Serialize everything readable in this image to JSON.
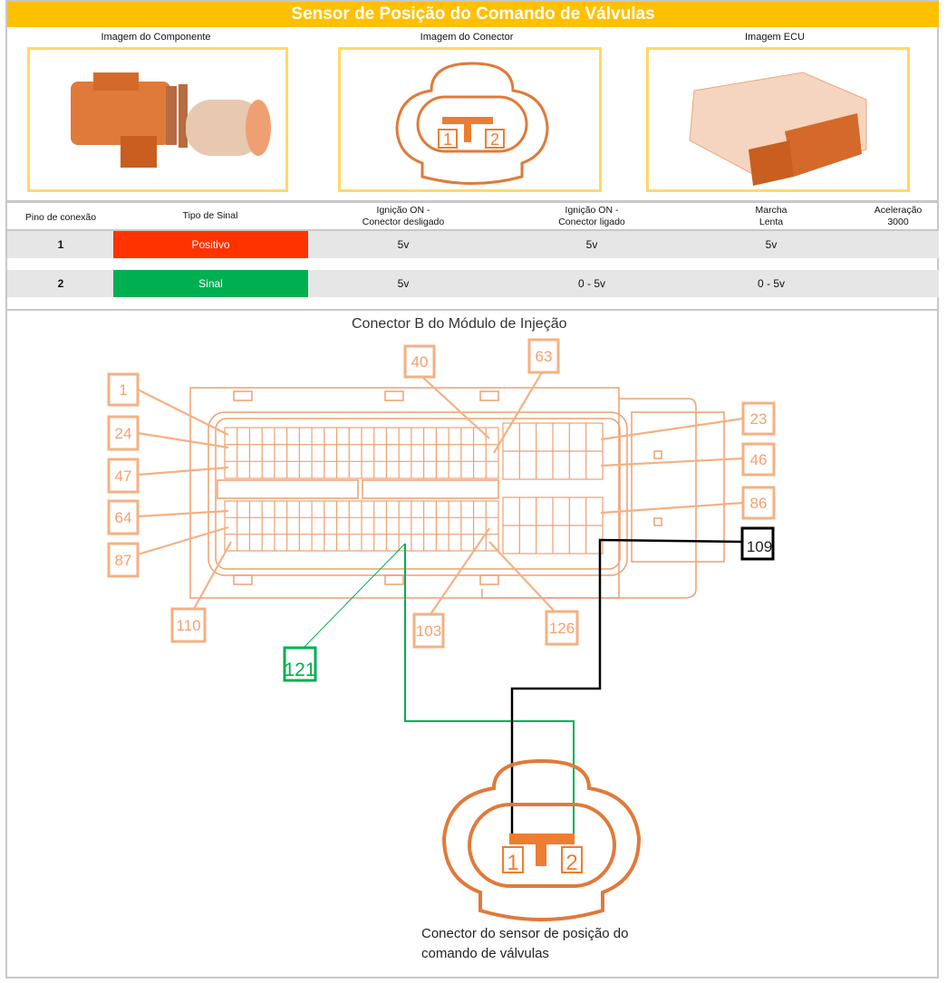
{
  "title": "Sensor de Posição do Comando de Válvulas",
  "images": {
    "component": "Imagem do Componente",
    "connector": "Imagem do Conector",
    "ecu": "Imagem ECU"
  },
  "table": {
    "headers": [
      [
        "Pino de conexão",
        ""
      ],
      [
        "Tipo de Sinal",
        ""
      ],
      [
        "Ignição ON -",
        "Conector desligado"
      ],
      [
        "Ignição ON -",
        "Conector ligado"
      ],
      [
        "Marcha",
        "Lenta"
      ],
      [
        "Aceleração",
        "3000"
      ]
    ],
    "rows": [
      {
        "pin": "1",
        "signal": "Positivo",
        "signal_color": "#FF3300",
        "ign_off": "5v",
        "ign_on": "5v",
        "idle": "5v",
        "accel": ""
      },
      {
        "pin": "2",
        "signal": "Sinal",
        "signal_color": "#00B050",
        "ign_off": "5v",
        "ign_on": "0 - 5v",
        "idle": "0 - 5v",
        "accel": ""
      }
    ]
  },
  "diagram": {
    "title": "Conector B do Módulo de Injeção",
    "pin_labels": [
      "1",
      "24",
      "47",
      "64",
      "87",
      "40",
      "63",
      "23",
      "46",
      "86",
      "110",
      "103",
      "126"
    ],
    "highlight_pins": {
      "signal": "121",
      "positive": "109"
    },
    "connector_pins": [
      "1",
      "2"
    ],
    "caption_line1": "Conector do sensor de posição do",
    "caption_line2": "comando de válvulas",
    "colors": {
      "orange": "#F4B183",
      "wire_green": "#00B050",
      "wire_black": "#000000"
    }
  }
}
